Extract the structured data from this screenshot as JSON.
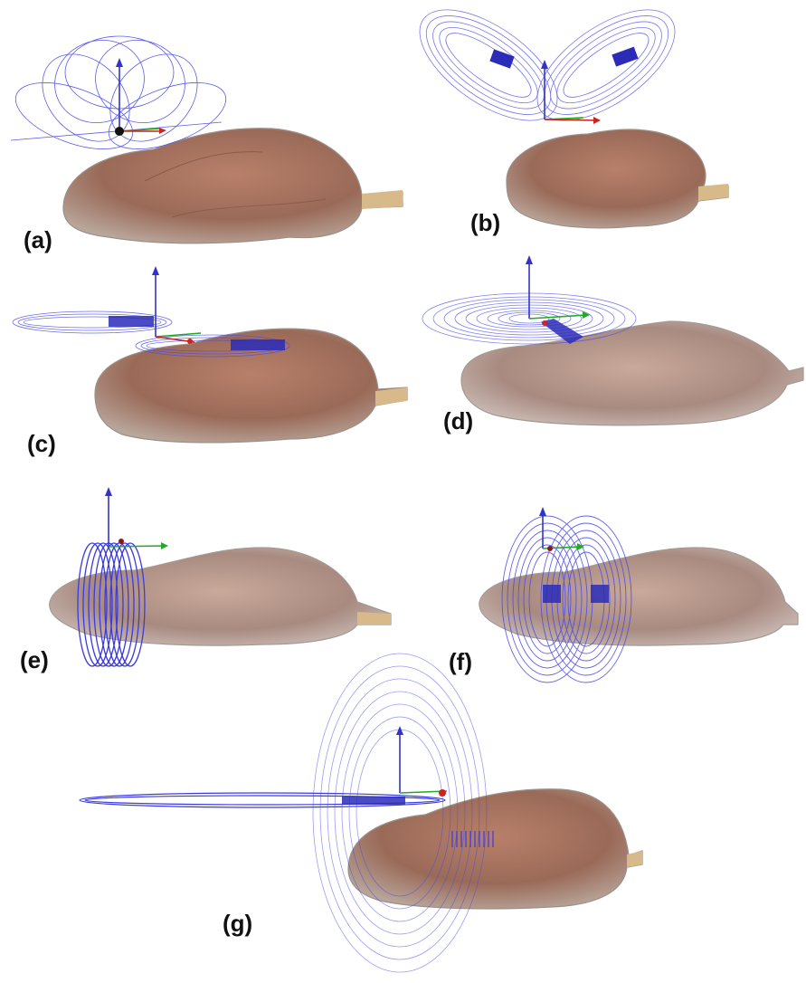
{
  "figure": {
    "panels": [
      {
        "id": "a",
        "label": "(a)"
      },
      {
        "id": "b",
        "label": "(b)"
      },
      {
        "id": "c",
        "label": "(c)"
      },
      {
        "id": "d",
        "label": "(d)"
      },
      {
        "id": "e",
        "label": "(e)"
      },
      {
        "id": "f",
        "label": "(f)"
      },
      {
        "id": "g",
        "label": "(g)"
      }
    ],
    "colors": {
      "coil": "#4a4ae6",
      "coil_dense": "#2b2bb8",
      "axis_z": "#3333cc",
      "axis_y": "#22aa22",
      "axis_x": "#cc2222",
      "body_shadow": "#8c6a5a",
      "body_main": "#a57563",
      "tail": "#d8b98a"
    }
  }
}
